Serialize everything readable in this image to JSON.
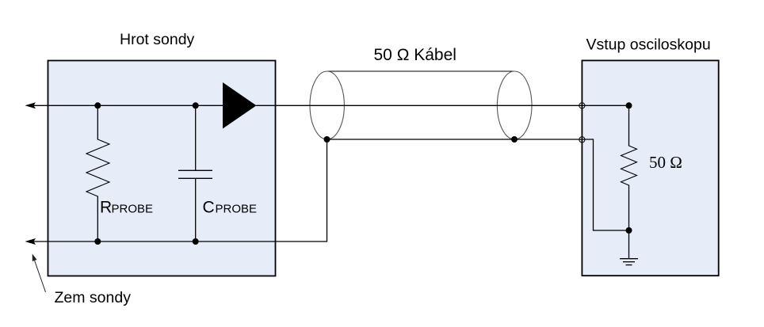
{
  "figure": {
    "kind": "circuit-diagram",
    "colors": {
      "background": "#FFFFFF",
      "block_fill": "#E6ECF8",
      "line": "#000000",
      "cable_outline": "#555555",
      "text": "#000000"
    }
  },
  "probe_tip": {
    "title": "Hrot sondy",
    "resistor": {
      "symbol": "R",
      "subscript": "PROBE",
      "icon": "resistor-icon"
    },
    "capacitor": {
      "symbol": "C",
      "subscript": "PROBE",
      "icon": "capacitor-icon"
    },
    "amplifier": {
      "icon": "buffer-amplifier-icon"
    },
    "signal_arrow_icon": "arrow-left-icon",
    "ground_arrow_icon": "arrow-left-icon"
  },
  "cable": {
    "label": "50 Ω Kábel",
    "icon": "coaxial-cable-icon"
  },
  "scope_input": {
    "title": "Vstup osciloskopu",
    "termination": {
      "label": "50 Ω",
      "icon": "resistor-icon"
    },
    "terminal_icon": "open-terminal-icon",
    "ground_icon": "ground-icon"
  },
  "probe_ground": {
    "label": "Zem sondy",
    "pointer_icon": "arrow-up-left-icon"
  }
}
